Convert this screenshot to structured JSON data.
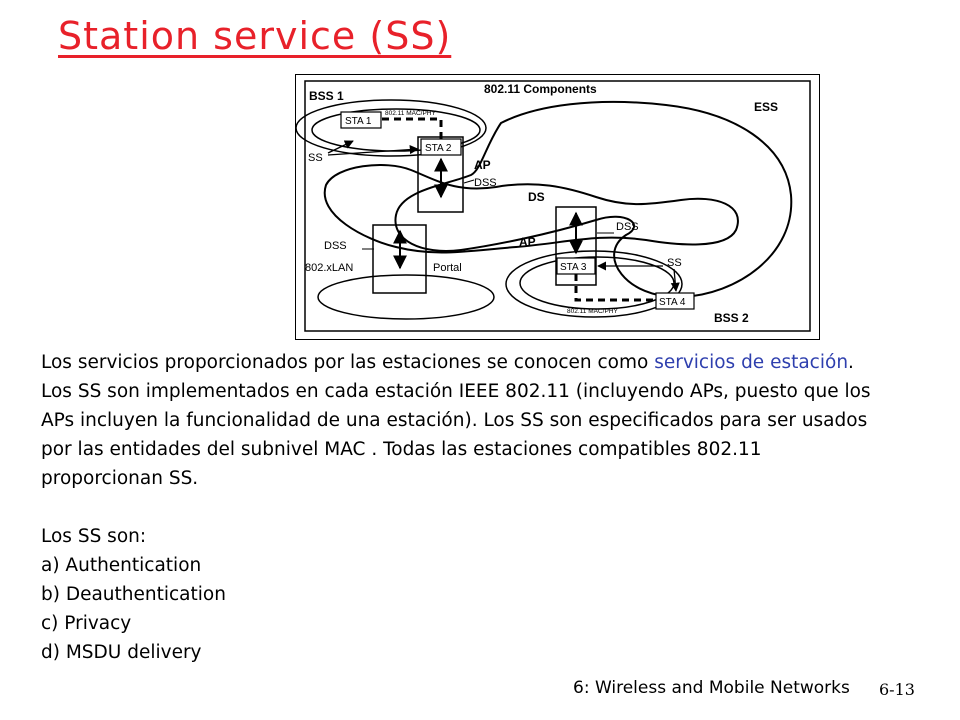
{
  "slide": {
    "title": "Station service (SS)",
    "footer": "6: Wireless and Mobile Networks",
    "page_number": "6-13"
  },
  "diagram": {
    "title": "802.11 Components",
    "labels": {
      "bss1": "BSS 1",
      "bss2": "BSS 2",
      "ess": "ESS",
      "ds": "DS",
      "ap1": "AP",
      "ap2": "AP",
      "sta1": "STA 1",
      "sta2": "STA 2",
      "sta3": "STA 3",
      "sta4": "STA 4",
      "mac_phy1": "802.11 MAC/PHY",
      "mac_phy2": "802.11 MAC/PHY",
      "ss1": "SS",
      "ss2": "SS",
      "dss1": "DSS",
      "dss2": "DSS",
      "dss3": "DSS",
      "xlan": "802.xLAN",
      "portal": "Portal"
    }
  },
  "body": {
    "paragraph_part1": "Los servicios proporcionados por las estaciones se conocen como ",
    "paragraph_highlight": "servicios de estación",
    "paragraph_part2": ". Los SS son implementados en cada estación IEEE 802.11 (incluyendo APs, puesto que los APs incluyen la funcionalidad de una estación). Los SS son especificados para ser usados por las entidades del subnivel MAC . Todas las estaciones compatibles 802.11 proporcionan SS.",
    "list_intro": "Los SS son:",
    "items": [
      "a) Authentication",
      "b) Deauthentication",
      "c) Privacy",
      "d) MSDU delivery"
    ]
  },
  "colors": {
    "title": "#e8212a",
    "highlight": "#2e3fae"
  }
}
